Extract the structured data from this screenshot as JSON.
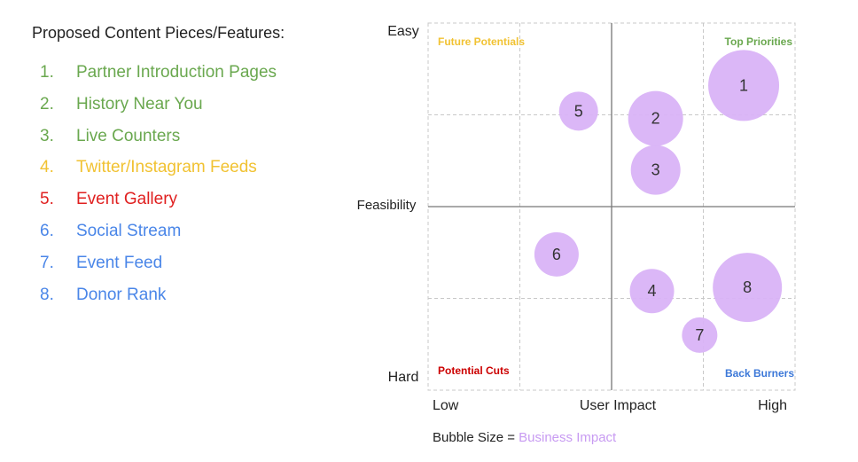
{
  "list": {
    "title": "Proposed Content Pieces/Features:",
    "items": [
      {
        "num": "1.",
        "label": "Partner Introduction Pages",
        "color": "#6aa84f"
      },
      {
        "num": "2.",
        "label": "History Near You",
        "color": "#6aa84f"
      },
      {
        "num": "3.",
        "label": "Live Counters",
        "color": "#6aa84f"
      },
      {
        "num": "4.",
        "label": "Twitter/Instagram Feeds",
        "color": "#f1c232"
      },
      {
        "num": "5.",
        "label": "Event Gallery",
        "color": "#e02020"
      },
      {
        "num": "6.",
        "label": "Social Stream",
        "color": "#4a86e8"
      },
      {
        "num": "7.",
        "label": "Event Feed",
        "color": "#4a86e8"
      },
      {
        "num": "8.",
        "label": "Donor Rank",
        "color": "#4a86e8"
      }
    ]
  },
  "chart_data": {
    "type": "scatter",
    "xlabel": "User Impact",
    "ylabel": "Feasibility",
    "x_ticks": {
      "low": "Low",
      "high": "High"
    },
    "y_ticks": {
      "top": "Easy",
      "bottom": "Hard"
    },
    "xlim": [
      0,
      100
    ],
    "ylim": [
      0,
      100
    ],
    "grid": true,
    "bubble_color": "#d9b3f7",
    "quadrants": [
      {
        "label": "Future Potentials",
        "color": "#f1c232",
        "position": "top-left"
      },
      {
        "label": "Top Priorities",
        "color": "#6aa84f",
        "position": "top-right"
      },
      {
        "label": "Potential Cuts",
        "color": "#cc0000",
        "position": "bottom-left"
      },
      {
        "label": "Back Burners",
        "color": "#3c78d8",
        "position": "bottom-right"
      }
    ],
    "points": [
      {
        "label": "1",
        "x": 86,
        "y": 83,
        "size": 40
      },
      {
        "label": "2",
        "x": 62,
        "y": 74,
        "size": 31
      },
      {
        "label": "3",
        "x": 62,
        "y": 60,
        "size": 28
      },
      {
        "label": "4",
        "x": 61,
        "y": 27,
        "size": 25
      },
      {
        "label": "5",
        "x": 41,
        "y": 76,
        "size": 22
      },
      {
        "label": "6",
        "x": 35,
        "y": 37,
        "size": 25
      },
      {
        "label": "7",
        "x": 74,
        "y": 15,
        "size": 20
      },
      {
        "label": "8",
        "x": 87,
        "y": 28,
        "size": 39
      }
    ],
    "footnote": {
      "prefix": "Bubble Size = ",
      "highlight": "Business Impact",
      "highlight_color": "#c89bf2"
    }
  }
}
